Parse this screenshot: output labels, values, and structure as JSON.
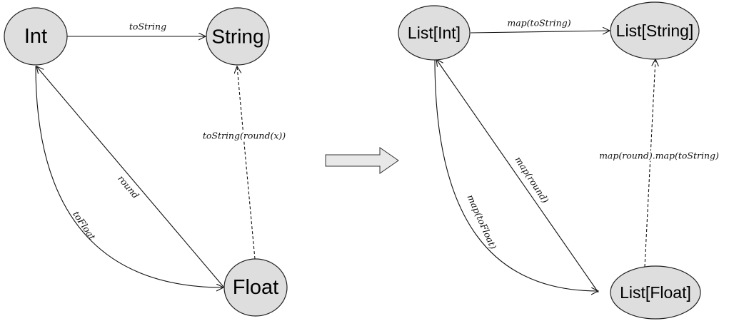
{
  "left_graph": {
    "nodes": {
      "int": "Int",
      "string": "String",
      "float": "Float"
    },
    "edges": {
      "int_to_string": "toString",
      "float_to_int": "round",
      "int_to_float": "toFloat",
      "float_to_string": "toString(round(x))"
    }
  },
  "right_graph": {
    "nodes": {
      "list_int": "List[Int]",
      "list_string": "List[String]",
      "list_float": "List[Float]"
    },
    "edges": {
      "list_int_to_list_string": "map(toString)",
      "list_float_to_list_int": "map(round)",
      "list_int_to_list_float": "map(toFloat)",
      "list_float_to_list_string": "map(round).map(toString)"
    }
  },
  "colors": {
    "node_fill": "#dedede",
    "arrow_fill": "#e8e8e8"
  },
  "icons": {
    "transform_arrow": "right-block-arrow-icon"
  }
}
